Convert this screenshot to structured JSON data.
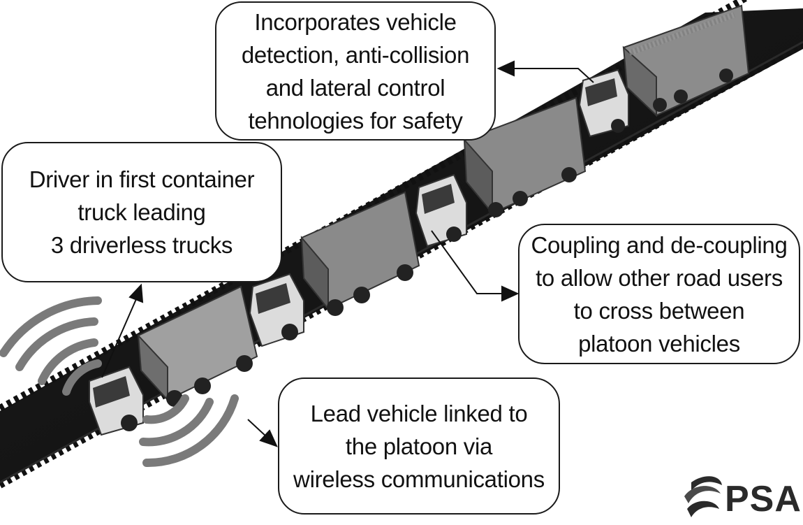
{
  "callouts": {
    "safety": [
      "Incorporates vehicle",
      "detection, anti-collision",
      "and lateral control",
      "tehnologies for safety"
    ],
    "driver": [
      "Driver in first container",
      "truck leading",
      "3 driverless trucks"
    ],
    "coupling": [
      "Coupling and de-coupling",
      "to allow other road users",
      "to cross between",
      "platoon vehicles"
    ],
    "wireless": [
      "Lead vehicle linked to",
      "the platoon via",
      "wireless communications"
    ]
  },
  "logo": {
    "text": "PSA"
  },
  "colors": {
    "road": "#141414",
    "road_edge": "#1e1e1e",
    "container": "#8a8a8a",
    "container_dark": "#5c5c5c",
    "cab": "#d9d9d9",
    "signal": "#7a7a7a",
    "line": "#111111"
  },
  "trucks": [
    "lead-truck",
    "driverless-truck-1",
    "driverless-truck-2",
    "driverless-truck-3"
  ]
}
